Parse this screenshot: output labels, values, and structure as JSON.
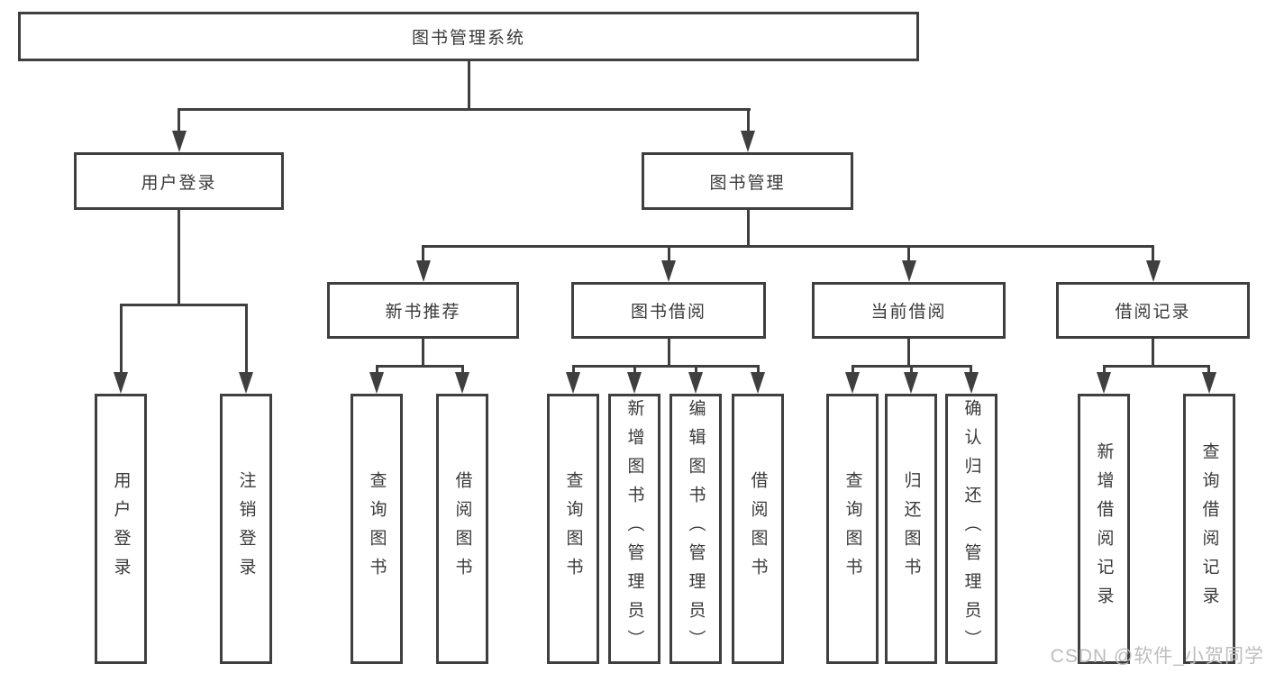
{
  "diagram": {
    "root": "图书管理系统",
    "level2": {
      "user_login": "用户登录",
      "book_management": "图书管理"
    },
    "level3": {
      "new_book_recommend": "新书推荐",
      "book_borrow": "图书借阅",
      "current_borrow": "当前借阅",
      "borrow_records": "借阅记录"
    },
    "leaves": {
      "user_login": [
        "用户登录",
        "注销登录"
      ],
      "new_book_recommend": [
        "查询图书",
        "借阅图书"
      ],
      "book_borrow": [
        "查询图书",
        "新增图书（管理员）",
        "编辑图书（管理员）",
        "借阅图书"
      ],
      "current_borrow": [
        "查询图书",
        "归还图书",
        "确认归还（管理员）"
      ],
      "borrow_records": [
        "新增借阅记录",
        "查询借阅记录"
      ]
    }
  },
  "watermark": "CSDN @软件_小贺同学",
  "colors": {
    "line": "#3f3f3f",
    "text": "#3a3a3a",
    "watermark": "#bdbdbd",
    "background": "#ffffff"
  }
}
